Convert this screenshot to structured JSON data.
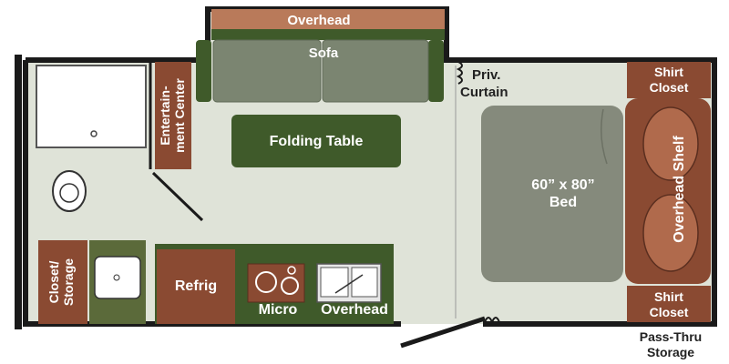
{
  "floorplan": {
    "labels": {
      "overhead_top": "Overhead",
      "sofa": "Sofa",
      "entertainment_1": "Entertain-",
      "entertainment_2": "ment Center",
      "folding_table": "Folding Table",
      "priv_curtain_1": "Priv.",
      "priv_curtain_2": "Curtain",
      "shirt_closet_top_1": "Shirt",
      "shirt_closet_top_2": "Closet",
      "bed_1": "60” x 80”",
      "bed_2": "Bed",
      "overhead_shelf": "Overhead Shelf",
      "shirt_closet_bottom_1": "Shirt",
      "shirt_closet_bottom_2": "Closet",
      "closet_storage_1": "Closet/",
      "closet_storage_2": "Storage",
      "refrig": "Refrig",
      "micro": "Micro",
      "overhead_kitchen": "Overhead",
      "pass_thru_1": "Pass-Thru",
      "pass_thru_2": "Storage"
    },
    "colors": {
      "wall": "#1a1a1a",
      "floor": "#dfe3d8",
      "brown": "#8a4a32",
      "brown_light": "#b06a4c",
      "olive": "#3f5a2a",
      "sofa_green": "#7b8571",
      "bed_green": "#858a7c",
      "overhead_tan": "#b97a5a"
    }
  }
}
